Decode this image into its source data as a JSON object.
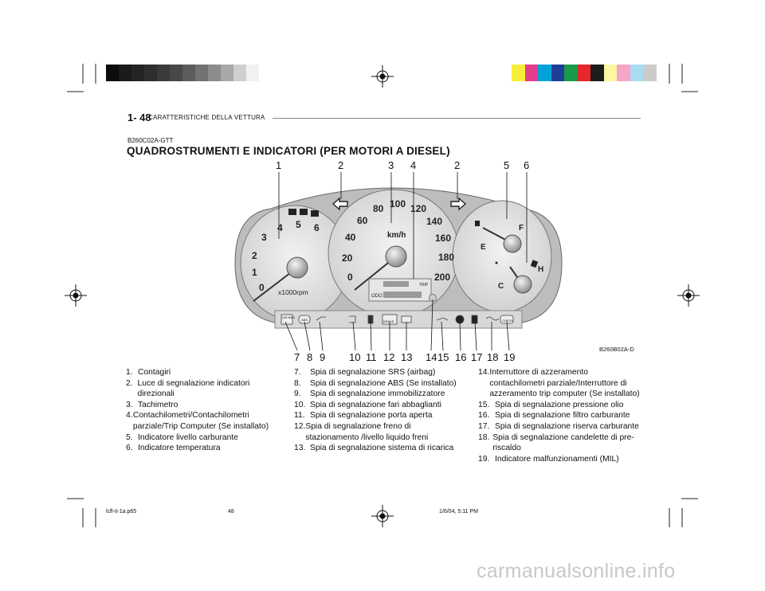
{
  "header": {
    "page_number": "1- 48",
    "section": "CARATTERISTICHE DELLA VETTURA"
  },
  "doc_code": "B260C02A-GTT",
  "title": "QUADROSTRUMENTI E INDICATORI (PER MOTORI A DIESEL)",
  "figure": {
    "code": "B260B02A-D",
    "top_callouts": [
      "1",
      "2",
      "3",
      "4",
      "2",
      "5",
      "6"
    ],
    "bottom_callouts": [
      "7",
      "8",
      "9",
      "10",
      "11",
      "12",
      "13",
      "14",
      "15",
      "16",
      "17",
      "18",
      "19"
    ],
    "tach_ticks": [
      "0",
      "1",
      "2",
      "3",
      "4",
      "5",
      "6"
    ],
    "tach_unit": "x1000rpm",
    "speed_ticks": [
      "0",
      "20",
      "40",
      "60",
      "80",
      "100",
      "120",
      "140",
      "160",
      "180",
      "200"
    ],
    "speed_unit": "km/h",
    "fuel_labels": [
      "F",
      "E"
    ],
    "temp_labels": [
      "H",
      "C"
    ],
    "lamp_labels": {
      "airbag": "AIR BAG",
      "abs": "ABS",
      "brake": "BRAKE",
      "check": "CHECK",
      "odo": "ODO",
      "trip": "TRIP"
    }
  },
  "list_col1": [
    {
      "n": "1.",
      "t": "Contagiri"
    },
    {
      "n": "2.",
      "t": "Luce di segnalazione indicatori direzionali"
    },
    {
      "n": "3.",
      "t": "Tachimetro"
    },
    {
      "n": "4.",
      "t": "Contachilometri/Contachilometri parziale/Trip Computer (Se installato)"
    },
    {
      "n": "5.",
      "t": "Indicatore livello carburante"
    },
    {
      "n": "6.",
      "t": "Indicatore temperatura"
    }
  ],
  "list_col2": [
    {
      "n": "7.",
      "t": "Spia di segnalazione SRS (airbag)"
    },
    {
      "n": "8.",
      "t": "Spia di segnalazione ABS (Se installato)"
    },
    {
      "n": "9.",
      "t": "Spia di segnalazione immobilizzatore"
    },
    {
      "n": "10.",
      "t": "Spia di segnalazione fari abbaglianti"
    },
    {
      "n": "11.",
      "t": "Spia di segnalazione porta aperta"
    },
    {
      "n": "12.",
      "t": "Spia di segnalazione freno di stazionamento /livello liquido freni"
    },
    {
      "n": "13.",
      "t": "Spia di segnalazione sistema di ricarica"
    }
  ],
  "list_col3": [
    {
      "n": "14.",
      "t": "Interruttore di azzeramento contachilometri parziale/Interruttore di azzeramento trip computer (Se installato)"
    },
    {
      "n": "15.",
      "t": "Spia di segnalazione pressione olio"
    },
    {
      "n": "16.",
      "t": "Spia di segnalazione filtro carburante"
    },
    {
      "n": "17.",
      "t": "Spia di segnalazione riserva carburante"
    },
    {
      "n": "18.",
      "t": "Spia di segnalazione candelette di pre-riscaldo"
    },
    {
      "n": "19.",
      "t": "Indicatore malfunzionamenti (MIL)"
    }
  ],
  "footer": {
    "file": "lcfl-it-1a.p65",
    "page": "48",
    "date": "1/6/04, 5:11 PM"
  },
  "watermark": "carmanualsonline.info",
  "colors": {
    "gray_bar": [
      "#0c0c0c",
      "#1b1b1b",
      "#242424",
      "#2e2e2e",
      "#3a3a3a",
      "#484848",
      "#5c5c5c",
      "#727272",
      "#8c8c8c",
      "#a8a8a8",
      "#cfcfcf",
      "#f2f2f2"
    ],
    "color_bar": [
      "#f7ee3a",
      "#e53e8c",
      "#00a3d9",
      "#1f3f94",
      "#1a9b49",
      "#e6262b",
      "#1c1c1c",
      "#fdf6a3",
      "#f5a6c8",
      "#a9dcf2",
      "#cbcbcb"
    ]
  }
}
